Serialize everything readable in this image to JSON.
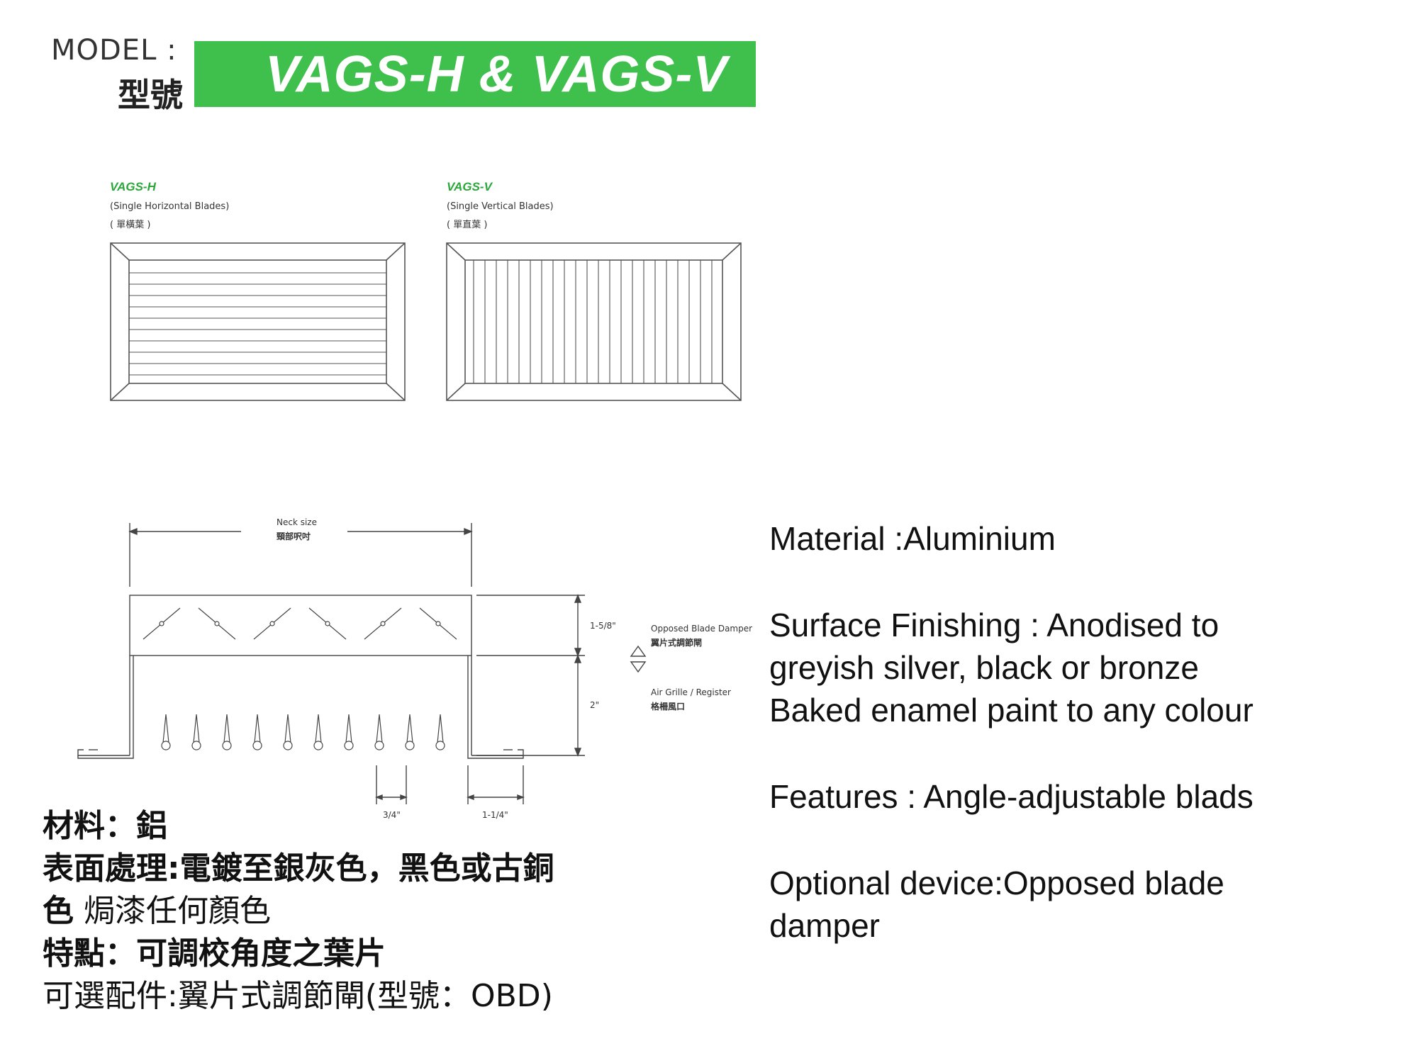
{
  "header": {
    "model_label": "MODEL :",
    "model_label_zh": "型號",
    "model_name": "VAGS-H & VAGS-V",
    "banner_color": "#3fbf4b"
  },
  "products": [
    {
      "code": "VAGS-H",
      "description": "(Single Horizontal Blades)",
      "description_zh": "( 單橫葉 )"
    },
    {
      "code": "VAGS-V",
      "description": "(Single Vertical Blades)",
      "description_zh": "( 單直葉 )"
    }
  ],
  "section_drawing": {
    "neck_size_label": "Neck size",
    "neck_size_label_zh": "頸部呎吋",
    "dim_top": "1-5/8\"",
    "dim_bottom": "2\"",
    "dim_left_gap": "3/4\"",
    "dim_right_gap": "1-1/4\"",
    "opposed_blade_damper": "Opposed Blade Damper",
    "opposed_blade_damper_zh": "翼片式調節閘",
    "air_grille": "Air Grille / Register",
    "air_grille_zh": "格柵風口"
  },
  "specs_en": {
    "material": "Material  :Aluminium",
    "surface_1": "Surface Finishing :  Anodised to",
    "surface_2": "greyish silver, black or bronze",
    "surface_3": "Baked enamel paint to any colour",
    "features": "Features : Angle-adjustable blads",
    "optional_1": "Optional device:Opposed blade",
    "optional_2": "damper"
  },
  "specs_zh": {
    "material": "材料：鋁",
    "surface_1": "表面處理:電鍍至銀灰色，黑色或古銅",
    "surface_2a": "色",
    "surface_2b": " 焗漆任何顏色",
    "features": "特點：可調校角度之葉片",
    "optional": "可選配件:翼片式調節閘(型號：OBD)"
  }
}
